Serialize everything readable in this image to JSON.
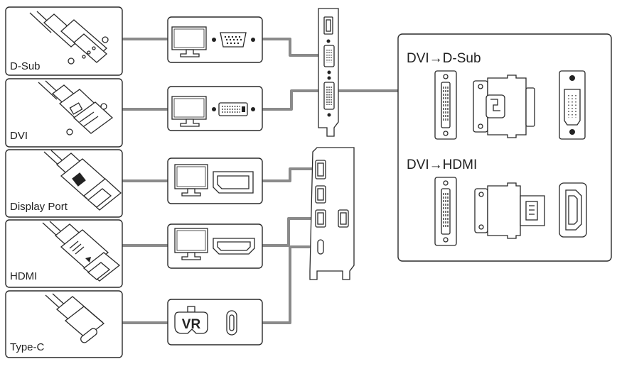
{
  "cables": [
    {
      "label": "D-Sub"
    },
    {
      "label": "DVI"
    },
    {
      "label": "Display Port"
    },
    {
      "label": "HDMI"
    },
    {
      "label": "Type-C"
    }
  ],
  "vr_label": "VR",
  "adapters": {
    "dvi_to_dsub": "DVI→D-Sub",
    "dvi_to_hdmi": "DVI→HDMI"
  },
  "colors": {
    "wire": "#8a8a8a",
    "outline": "#2a2a2a",
    "background": "#ffffff"
  }
}
